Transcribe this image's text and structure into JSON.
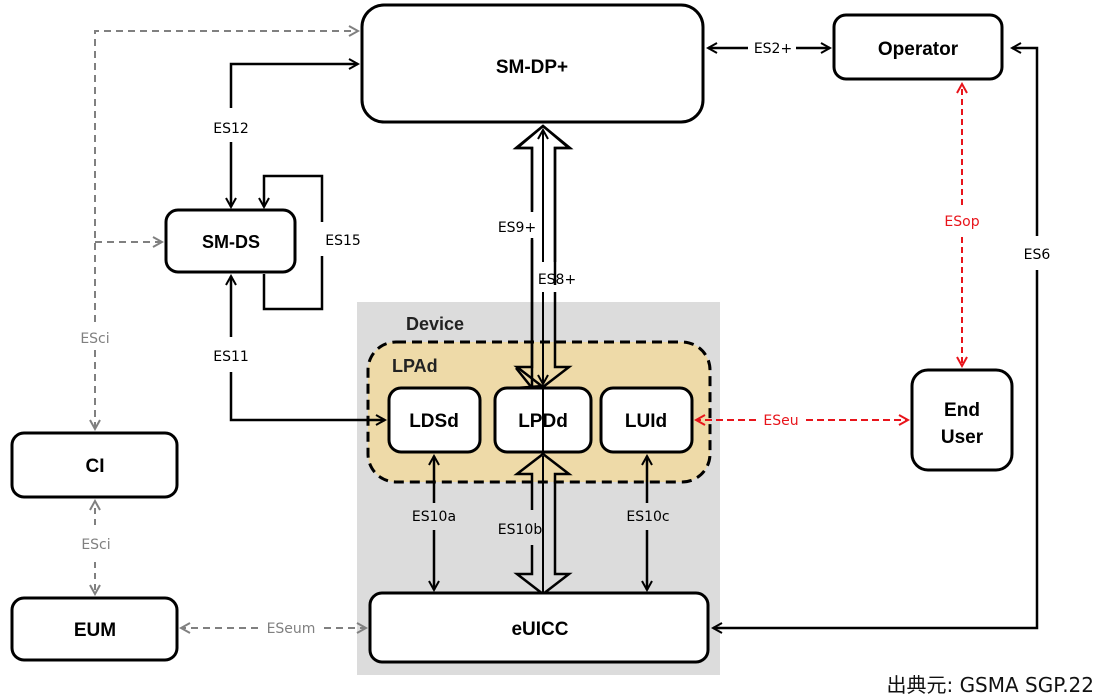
{
  "diagram": {
    "groups": {
      "device": "Device",
      "lpad": "LPAd"
    },
    "nodes": {
      "smdp": "SM-DP+",
      "operator": "Operator",
      "smds": "SM-DS",
      "ci": "CI",
      "eum": "EUM",
      "ldsd": "LDSd",
      "lpdd": "LPDd",
      "luid": "LUId",
      "euicc": "eUICC",
      "enduser_line1": "End",
      "enduser_line2": "User"
    },
    "interfaces": {
      "es2plus": "ES2+",
      "es12": "ES12",
      "es15": "ES15",
      "es11": "ES11",
      "es9plus": "ES9+",
      "es8plus": "ES8+",
      "esci_top": "ESci",
      "esci_bottom": "ESci",
      "eseum": "ESeum",
      "es10a": "ES10a",
      "es10b": "ES10b",
      "es10c": "ES10c",
      "esop": "ESop",
      "eseu": "ESeu",
      "es6": "ES6"
    },
    "colors": {
      "solid": "#000000",
      "dashed_gray": "#808080",
      "dashed_red": "#e8141b",
      "device_bg": "#dcdcdc",
      "lpad_bg": "#eedaa8"
    },
    "source_note": "出典元: GSMA SGP.22"
  }
}
